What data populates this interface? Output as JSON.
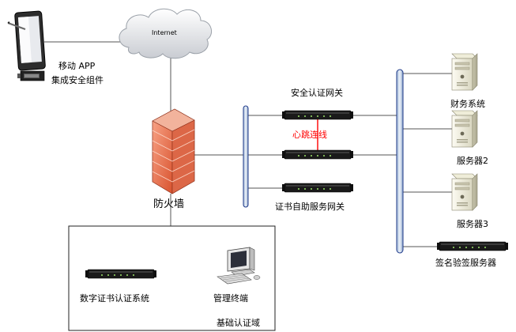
{
  "labels": {
    "internet": "Internet",
    "mobile_line1": "移动 APP",
    "mobile_line2": "集成安全组件",
    "firewall": "防火墙",
    "security_gateway": "安全认证网关",
    "heartbeat": "心跳连线",
    "cert_self_service": "证书自助服务网关",
    "finance_system": "财务系统",
    "server2": "服务器2",
    "server3": "服务器3",
    "sign_verify_server": "签名验签服务器",
    "digital_cert_system": "数字证书认证系统",
    "management_terminal": "管理终端",
    "base_auth_domain": "基础认证域"
  },
  "colors": {
    "heartbeat": "#ff0000",
    "bus": "#1f3a8a",
    "bus_fill": "#dfe8f3",
    "firewall": "#e8694a",
    "link": "#555555"
  },
  "icons": [
    "tablet-icon",
    "cloud-icon",
    "firewall-icon",
    "rack-device-icon",
    "server-tower-icon",
    "workstation-icon"
  ]
}
